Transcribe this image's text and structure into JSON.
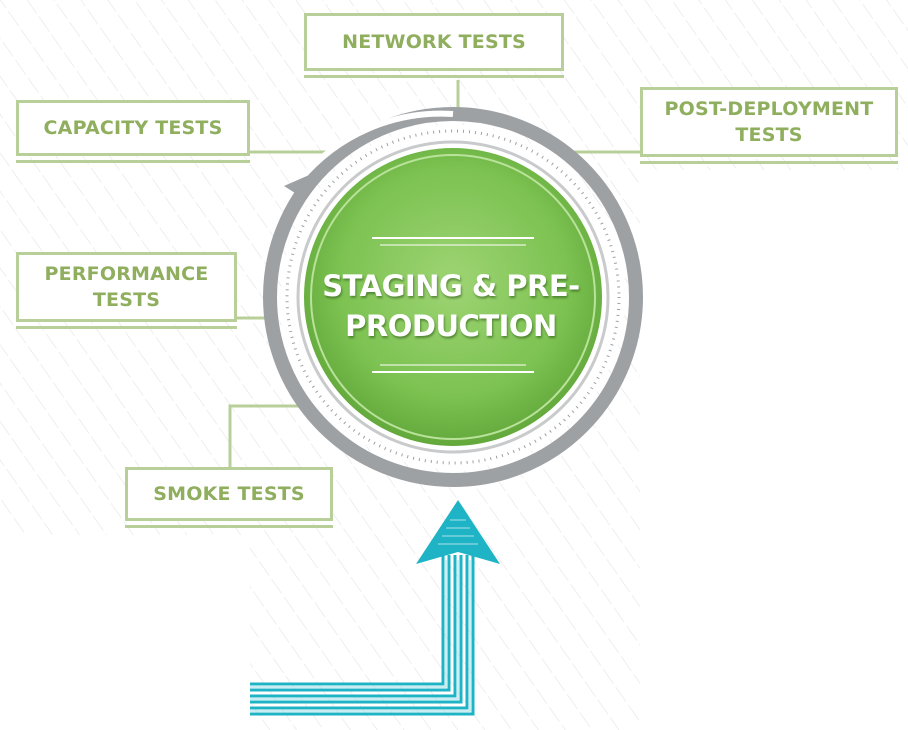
{
  "hub": {
    "title": "STAGING & PRE-PRODUCTION"
  },
  "tests": {
    "network": "NETWORK TESTS",
    "capacity": "CAPACITY TESTS",
    "post_deployment": "POST-DEPLOYMENT TESTS",
    "performance": "PERFORMANCE TESTS",
    "smoke": "SMOKE TESTS"
  },
  "colors": {
    "box_border": "#b9cf9a",
    "box_text": "#8fae5e",
    "hub_green": "#7cc251",
    "ring_gray": "#9ea1a4",
    "arrow_teal": "#1fb3c6",
    "hatch": "#e6e6e6"
  }
}
